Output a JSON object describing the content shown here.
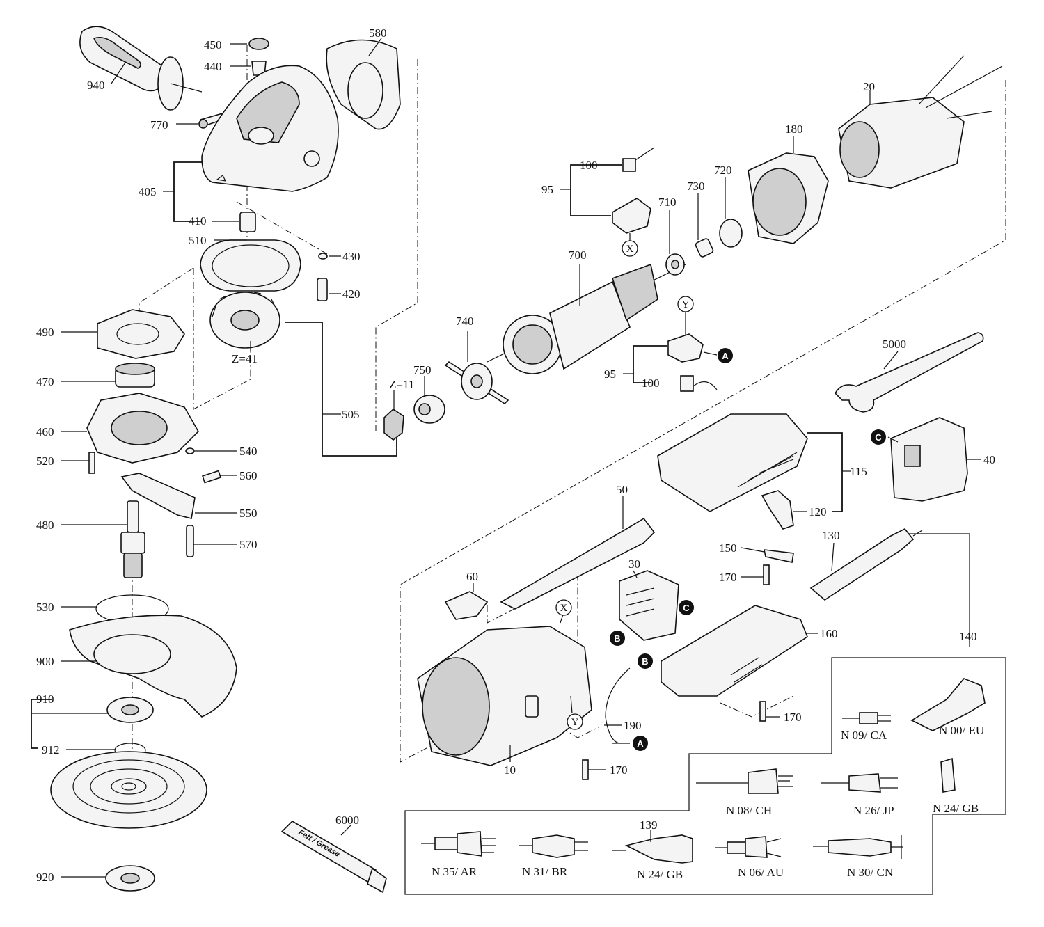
{
  "parts": {
    "p940": "940",
    "p770": "770",
    "p450": "450",
    "p440": "440",
    "p580": "580",
    "p405": "405",
    "p410": "410",
    "p510": "510",
    "p430": "430",
    "p420": "420",
    "p490": "490",
    "p470": "470",
    "p460": "460",
    "p520": "520",
    "p540": "540",
    "p560": "560",
    "p550": "550",
    "p480": "480",
    "p570": "570",
    "p530": "530",
    "p900": "900",
    "p910": "910",
    "p912": "912",
    "p920": "920",
    "p6000": "6000",
    "p505": "505",
    "z41": "Z=41",
    "z11": "Z=11",
    "p750": "750",
    "p740": "740",
    "p700": "700",
    "p710": "710",
    "p730": "730",
    "p720": "720",
    "p180": "180",
    "p20": "20",
    "p95a": "95",
    "p100a": "100",
    "p95b": "95",
    "p100b": "100",
    "p5000": "5000",
    "p115": "115",
    "p120": "120",
    "p40": "40",
    "p50": "50",
    "p60": "60",
    "p30": "30",
    "p150": "150",
    "p170a": "170",
    "p130": "130",
    "p160": "160",
    "p140": "140",
    "p170b": "170",
    "p190": "190",
    "p10": "10",
    "p170c": "170",
    "p139": "139"
  },
  "markers": {
    "X": "X",
    "Y": "Y",
    "A": "A",
    "B": "B",
    "C": "C"
  },
  "plugs": {
    "n09": "N 09/ CA",
    "n00": "N 00/ EU",
    "n08": "N 08/ CH",
    "n26": "N 26/ JP",
    "n24gb_top": "N 24/ GB",
    "n35": "N 35/ AR",
    "n31": "N 31/ BR",
    "n24gb_bottom": "N 24/ GB",
    "n06": "N 06/ AU",
    "n30": "N 30/ CN"
  },
  "grease_tube": {
    "label": "Fett / Grease"
  }
}
